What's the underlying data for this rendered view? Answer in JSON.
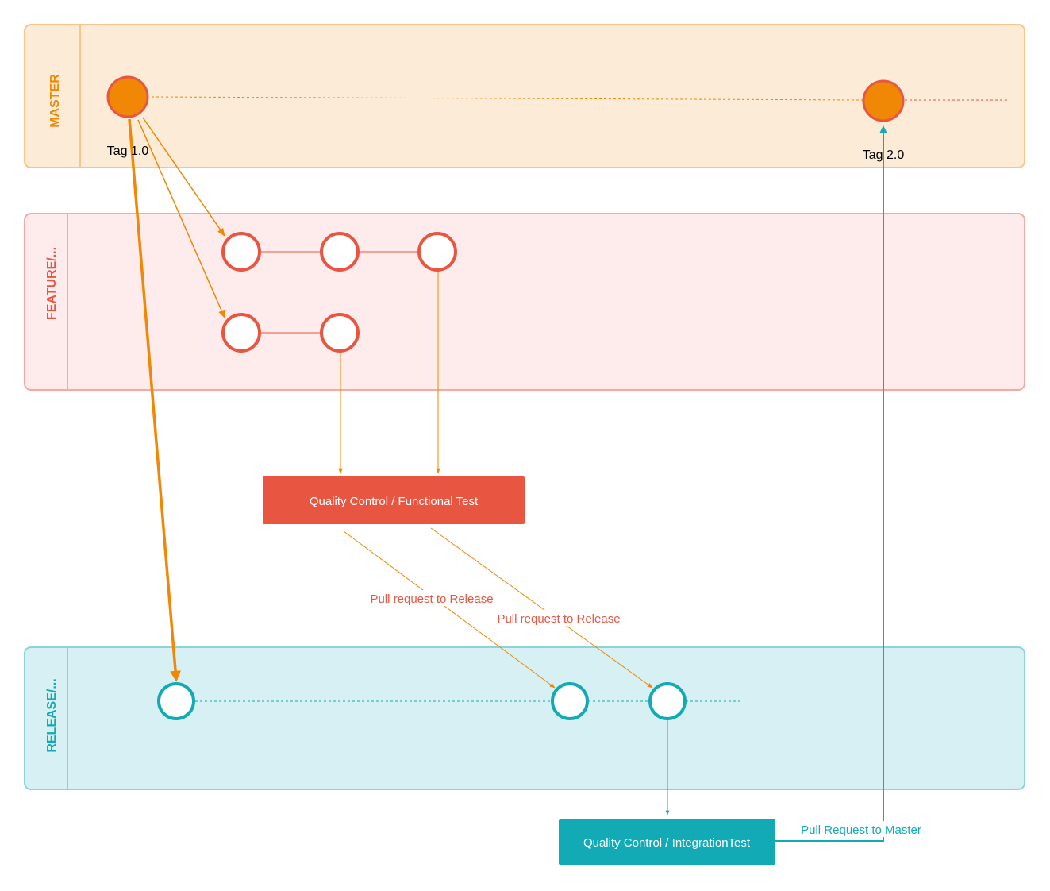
{
  "colors": {
    "master_fill": "#fcebd6",
    "master_stroke": "#f8c58a",
    "master_label": "#f08705",
    "feature_fill": "#fdeceb",
    "feature_stroke": "#f3aaa4",
    "feature_label": "#e85642",
    "release_fill": "#d7f0f3",
    "release_stroke": "#8ed2da",
    "release_label": "#12aab5",
    "commit_orange": "#f08705",
    "commit_red": "#e85642",
    "commit_teal": "#12aab5",
    "arrow_orange": "#f08705",
    "arrow_teal": "#12aab5"
  },
  "lanes": {
    "master": {
      "label": "MASTER"
    },
    "feature": {
      "label": "FEATURE/..."
    },
    "release": {
      "label": "RELEASE/..."
    }
  },
  "tags": {
    "tag1": "Tag 1.0",
    "tag2": "Tag 2.0"
  },
  "boxes": {
    "functional_test": "Quality Control / Functional Test",
    "integration_test": "Quality Control / IntegrationTest"
  },
  "edge_labels": {
    "pr_release_1": "Pull request to Release",
    "pr_release_2": "Pull request to Release",
    "pr_master": "Pull Request to Master"
  }
}
